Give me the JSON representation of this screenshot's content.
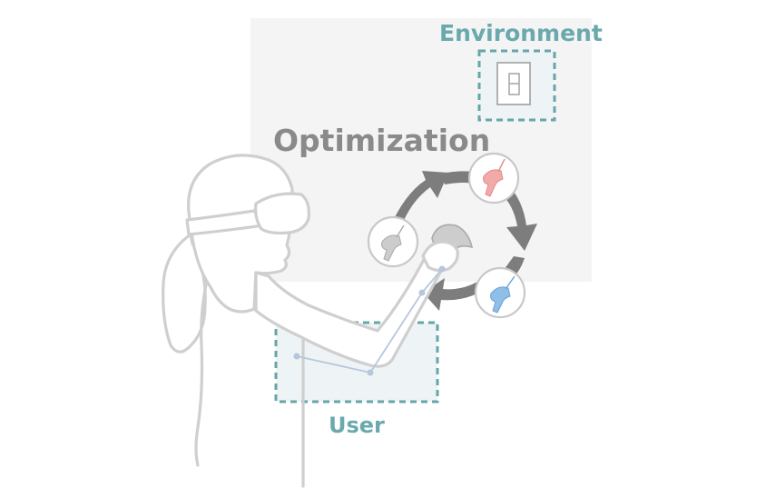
{
  "labels": {
    "environment": "Environment",
    "optimization": "Optimization",
    "user": "User"
  },
  "icons": {
    "switch": "light-switch-icon",
    "controller_gray": "controller-gray-icon",
    "controller_red": "controller-red-icon",
    "controller_blue": "controller-blue-icon",
    "held_controller": "held-controller-icon"
  },
  "colors": {
    "teal_label": "#6aa9ad",
    "dashed_border": "#66a6a9",
    "optimization_label": "#8a8a8a",
    "cycle_arrow": "#7d7d7d",
    "panel_background": "#f4f4f4",
    "controller_red": "#f2aaa8",
    "controller_blue": "#8fbfe9",
    "controller_gray": "#cccccc",
    "person_outline": "#cfcfcf",
    "skeleton": "#b8c6dc"
  }
}
